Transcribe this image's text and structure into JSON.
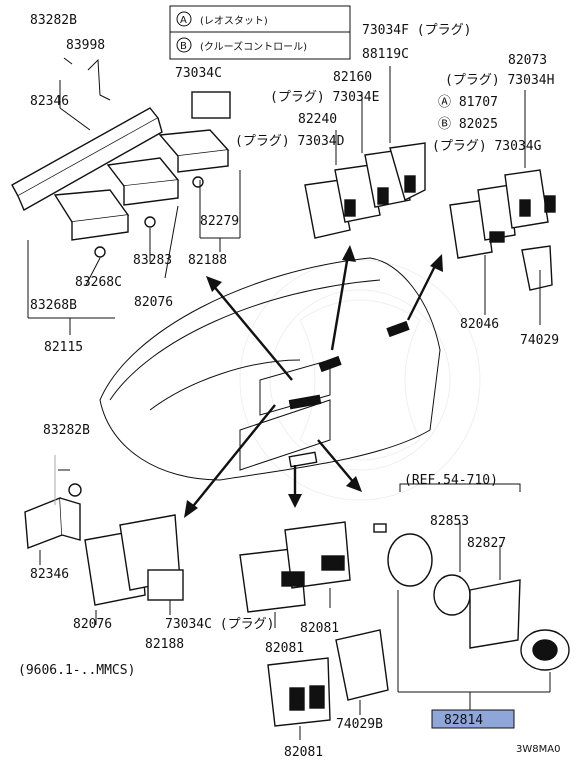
{
  "legend": [
    {
      "marker": "A",
      "text": "(レオスタット)"
    },
    {
      "marker": "B",
      "text": "(クルーズコントロール)"
    }
  ],
  "labels": {
    "l0": "83282B",
    "l1": "83998",
    "l2": "82346",
    "l3": "73034C",
    "l4": "73034F (プラグ)",
    "l5": "88119C",
    "l6": "82073",
    "l7": "(プラグ) 73034H",
    "l8": "82160",
    "l9": "(プラグ) 73034E",
    "l10": "Ⓐ 81707",
    "l11": "Ⓑ 82025",
    "l12": "82240",
    "l13": "(プラグ) 73034D",
    "l14": "(プラグ) 73034G",
    "l15": "82279",
    "l16": "82188",
    "l17": "83283",
    "l18": "83268C",
    "l19": "82076",
    "l20": "83268B",
    "l21": "82115",
    "l22": "82046",
    "l23": "74029",
    "l24": "83282B",
    "l25": "(REF.54-710)",
    "l26": "82853",
    "l27": "82827",
    "l28": "82346",
    "l29": "73034C (プラグ)",
    "l30": "82081",
    "l31": "82076",
    "l32": "82188",
    "l33": "82081",
    "l34": "(9606.1-..MMCS)",
    "l35": "74029B",
    "l36": "82814",
    "l37": "82081",
    "l38": "3W8MA0"
  },
  "colors": {
    "highlight": "#8fa6d9",
    "line": "#111111",
    "background": "#ffffff"
  }
}
